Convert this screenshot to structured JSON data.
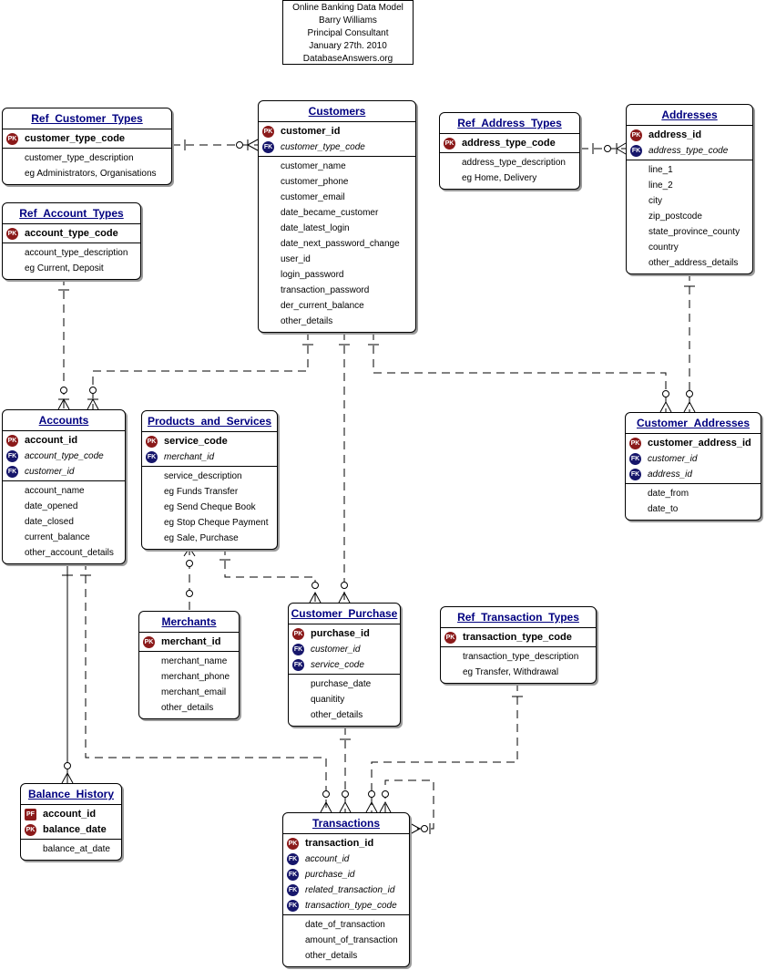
{
  "header": {
    "lines": [
      "Online Banking Data Model",
      "Barry Williams",
      "Principal Consultant",
      "January 27th. 2010",
      "DatabaseAnswers.org"
    ]
  },
  "key_badges": {
    "pk": "PK",
    "fk": "FK",
    "pf": "PF"
  },
  "colors": {
    "title": "#000080",
    "pk_badge": "#8b1a1a",
    "fk_badge": "#16166b",
    "line": "#000000",
    "shadow": "#9a9a9a"
  },
  "entities": {
    "ref_customer_types": {
      "name": "Ref_Customer_Types",
      "keys": [
        {
          "kind": "pk",
          "name": "customer_type_code"
        }
      ],
      "attrs": [
        "customer_type_description",
        "eg Administrators, Organisations"
      ]
    },
    "ref_account_types": {
      "name": "Ref_Account_Types",
      "keys": [
        {
          "kind": "pk",
          "name": "account_type_code"
        }
      ],
      "attrs": [
        "account_type_description",
        "eg Current, Deposit"
      ]
    },
    "customers": {
      "name": "Customers",
      "keys": [
        {
          "kind": "pk",
          "name": "customer_id"
        },
        {
          "kind": "fk",
          "name": "customer_type_code"
        }
      ],
      "attrs": [
        "customer_name",
        "customer_phone",
        "customer_email",
        "date_became_customer",
        "date_latest_login",
        "date_next_password_change",
        "user_id",
        "login_password",
        "transaction_password",
        "der_current_balance",
        "other_details"
      ]
    },
    "ref_address_types": {
      "name": "Ref_Address_Types",
      "keys": [
        {
          "kind": "pk",
          "name": "address_type_code"
        }
      ],
      "attrs": [
        "address_type_description",
        "eg Home, Delivery"
      ]
    },
    "addresses": {
      "name": "Addresses",
      "keys": [
        {
          "kind": "pk",
          "name": "address_id"
        },
        {
          "kind": "fk",
          "name": "address_type_code"
        }
      ],
      "attrs": [
        "line_1",
        "line_2",
        "city",
        "zip_postcode",
        "state_province_county",
        "country",
        "other_address_details"
      ]
    },
    "accounts": {
      "name": "Accounts",
      "keys": [
        {
          "kind": "pk",
          "name": "account_id"
        },
        {
          "kind": "fk",
          "name": "account_type_code"
        },
        {
          "kind": "fk",
          "name": "customer_id"
        }
      ],
      "attrs": [
        "account_name",
        "date_opened",
        "date_closed",
        "current_balance",
        "other_account_details"
      ]
    },
    "products_and_services": {
      "name": "Products_and_Services",
      "keys": [
        {
          "kind": "pk",
          "name": "service_code"
        },
        {
          "kind": "fk",
          "name": "merchant_id"
        }
      ],
      "attrs": [
        "service_description",
        "eg Funds Transfer",
        "eg Send Cheque Book",
        "eg Stop Cheque Payment",
        "eg Sale, Purchase"
      ]
    },
    "customer_addresses": {
      "name": "Customer_Addresses",
      "keys": [
        {
          "kind": "pk",
          "name": "customer_address_id"
        },
        {
          "kind": "fk",
          "name": "customer_id"
        },
        {
          "kind": "fk",
          "name": "address_id"
        }
      ],
      "attrs": [
        "date_from",
        "date_to"
      ]
    },
    "merchants": {
      "name": "Merchants",
      "keys": [
        {
          "kind": "pk",
          "name": "merchant_id"
        }
      ],
      "attrs": [
        "merchant_name",
        "merchant_phone",
        "merchant_email",
        "other_details"
      ]
    },
    "customer_purchase": {
      "name": "Customer_Purchase",
      "keys": [
        {
          "kind": "pk",
          "name": "purchase_id"
        },
        {
          "kind": "fk",
          "name": "customer_id"
        },
        {
          "kind": "fk",
          "name": "service_code"
        }
      ],
      "attrs": [
        "purchase_date",
        "quanitity",
        "other_details"
      ]
    },
    "ref_transaction_types": {
      "name": "Ref_Transaction_Types",
      "keys": [
        {
          "kind": "pk",
          "name": "transaction_type_code"
        }
      ],
      "attrs": [
        "transaction_type_description",
        "eg Transfer, Withdrawal"
      ]
    },
    "balance_history": {
      "name": "Balance_History",
      "keys": [
        {
          "kind": "pf",
          "name": "account_id"
        },
        {
          "kind": "pk",
          "name": "balance_date"
        }
      ],
      "attrs": [
        "balance_at_date"
      ]
    },
    "transactions": {
      "name": "Transactions",
      "keys": [
        {
          "kind": "pk",
          "name": "transaction_id"
        },
        {
          "kind": "fk",
          "name": "account_id"
        },
        {
          "kind": "fk",
          "name": "purchase_id"
        },
        {
          "kind": "fk",
          "name": "related_transaction_id"
        },
        {
          "kind": "fk",
          "name": "transaction_type_code"
        }
      ],
      "attrs": [
        "date_of_transaction",
        "amount_of_transaction",
        "other_details"
      ]
    }
  }
}
